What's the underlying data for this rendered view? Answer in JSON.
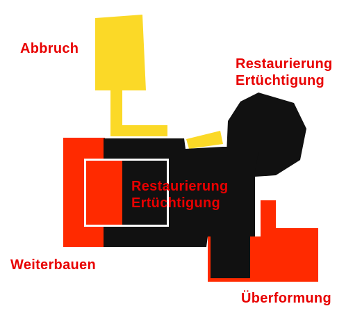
{
  "colors": {
    "background": "#ffffff",
    "black_fill": "#111111",
    "red_fill": "#ff2a00",
    "yellow_fill": "#fbd927",
    "white_outline": "#ffffff",
    "label_red": "#e80000"
  },
  "labels": {
    "abbruch": "Abbruch",
    "top_right_line1": "Restaurierung",
    "top_right_line2": "Ertüchtigung",
    "center_line1": "Restaurierung",
    "center_line2": "Ertüchtigung",
    "weiterbauen": "Weiterbauen",
    "ueberformung": "Überformung"
  }
}
